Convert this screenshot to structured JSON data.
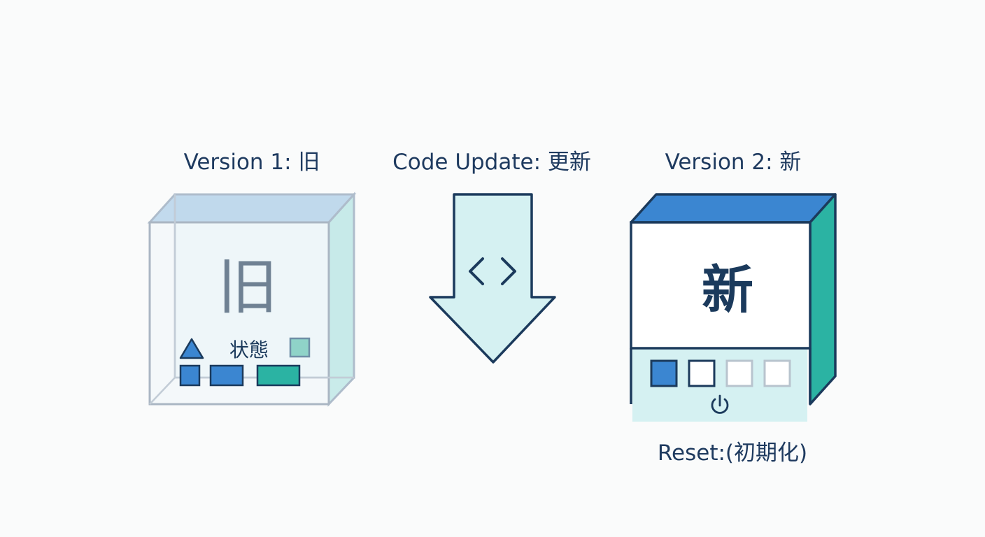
{
  "labels": {
    "version1": "Version 1: 旧",
    "code_update": "Code Update: 更新",
    "version2": "Version 2: 新",
    "reset": "Reset:(初期化)"
  },
  "old_box": {
    "glyph": "旧",
    "state_label": "状態"
  },
  "new_box": {
    "glyph": "新"
  },
  "arrow": {
    "code_symbol": "<>"
  },
  "colors": {
    "navy": "#1b3a5c",
    "blue": "#3b86d1",
    "teal": "#2bb3a3",
    "light_cyan": "#d5f1f2",
    "grey_edge": "#aeb9c6"
  }
}
